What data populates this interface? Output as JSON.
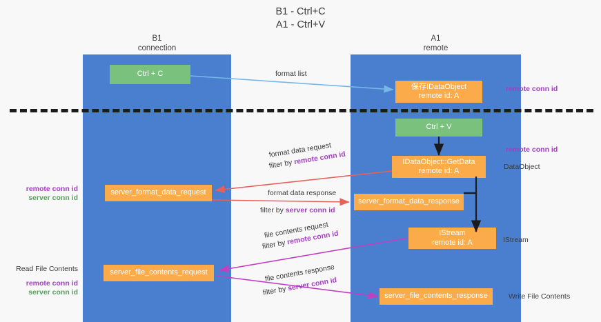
{
  "diagram": {
    "title_line1": "B1 - Ctrl+C",
    "title_line2": "A1 - Ctrl+V",
    "columns": [
      {
        "id": "b1",
        "name_line1": "B1",
        "name_line2": "connection"
      },
      {
        "id": "a1",
        "name_line1": "A1",
        "name_line2": "remote"
      }
    ],
    "colors": {
      "lane": "#4a7fd0",
      "green_box": "#7ac17e",
      "orange_box": "#fbab49",
      "purple": "#a23fc0",
      "green_text": "#5aa05f",
      "blue_arrow": "#76b7e8",
      "red_arrow": "#e8605a",
      "magenta_arrow": "#c23fc0",
      "black_arrow": "#1b1b1b",
      "separator": "#1b1b1b",
      "background": "#f8f8f8"
    },
    "nodes": [
      {
        "id": "ctrl-c",
        "label_line1": "Ctrl + C",
        "label_line2": "",
        "style": "green"
      },
      {
        "id": "save-idataobject",
        "label_line1": "保存IDataObject",
        "label_line2": "remote id: A",
        "style": "orange"
      },
      {
        "id": "ctrl-v",
        "label_line1": "Ctrl + V",
        "label_line2": "",
        "style": "green"
      },
      {
        "id": "idataobject-getdata",
        "label_line1": "IDataObject::GetData",
        "label_line2": "remote id: A",
        "style": "orange"
      },
      {
        "id": "server-format-data-request",
        "label_line1": "server_format_data_request",
        "label_line2": "",
        "style": "orange"
      },
      {
        "id": "server-format-data-response",
        "label_line1": "server_format_data_response",
        "label_line2": "",
        "style": "orange"
      },
      {
        "id": "istream",
        "label_line1": "IStream",
        "label_line2": "remote id: A",
        "style": "orange"
      },
      {
        "id": "server-file-contents-request",
        "label_line1": "server_file_contents_request",
        "label_line2": "",
        "style": "orange"
      },
      {
        "id": "server-file-contents-response",
        "label_line1": "server_file_contents_response",
        "label_line2": "",
        "style": "orange"
      }
    ],
    "edge_labels": {
      "format_list": "format list",
      "format_data_request": "format data request",
      "format_data_request_filter_prefix": "filter by ",
      "format_data_request_filter_key": "remote conn id",
      "format_data_response": "format data response",
      "format_data_response_filter_prefix": "filter by ",
      "format_data_response_filter_key": "server conn id",
      "file_contents_request": "file contents request",
      "file_contents_request_filter_prefix": "filter by ",
      "file_contents_request_filter_key": "remote conn id",
      "file_contents_response": "file contents response",
      "file_contents_response_filter_prefix": "filter by ",
      "file_contents_response_filter_key": "server conn id"
    },
    "annotations": {
      "right_remote_conn_id_top": "remote conn id",
      "right_remote_conn_id_mid": "remote conn id",
      "right_dataobject": "DataObject",
      "right_istream": "IStream",
      "right_write_file_contents": "Write File Contents",
      "left_remote_conn_id_mid": "remote conn id",
      "left_server_conn_id_mid": "server conn id",
      "left_read_file_contents": "Read File Contents",
      "left_remote_conn_id_bot": "remote conn id",
      "left_server_conn_id_bot": "server conn id"
    }
  }
}
